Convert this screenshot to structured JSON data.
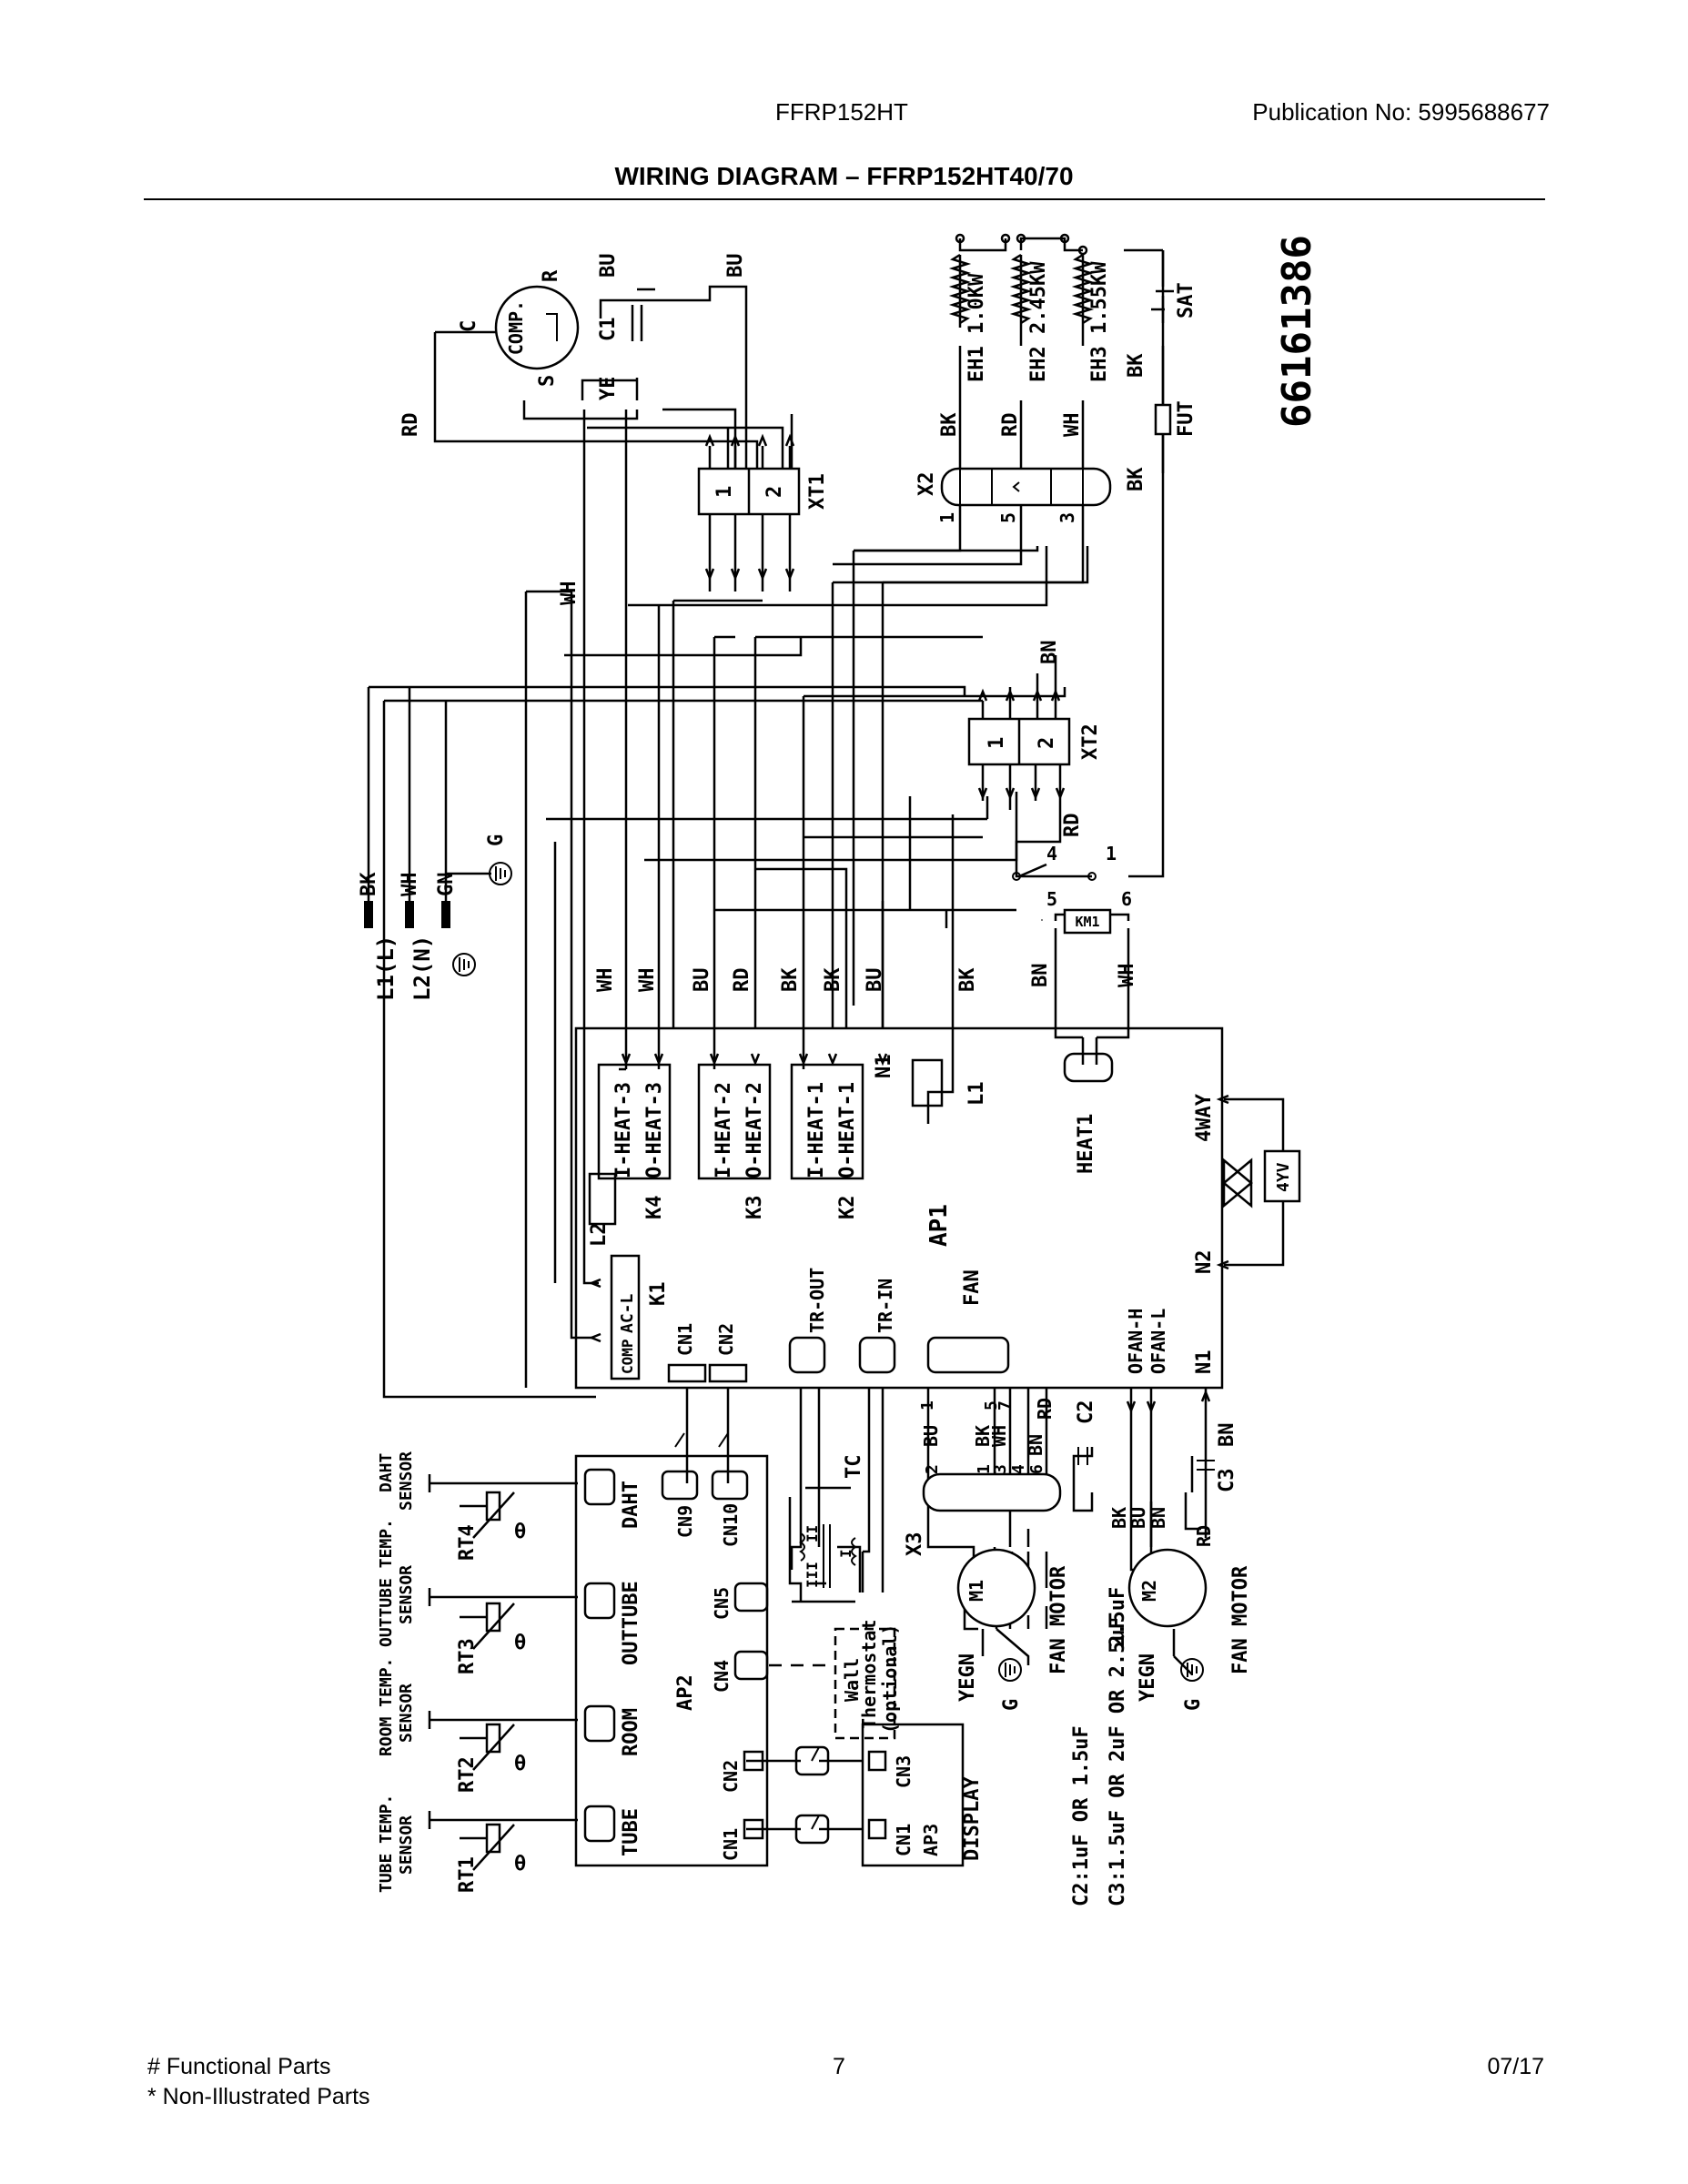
{
  "header": {
    "model": "FFRP152HT",
    "publication": "Publication No:  5995688677",
    "title": "WIRING DIAGRAM – FFRP152HT40/70"
  },
  "footer": {
    "note_functional": "# Functional Parts",
    "note_non_illustrated": "* Non-Illustrated Parts",
    "page_number": "7",
    "date": "07/17"
  },
  "diagram": {
    "part_number": "66161386",
    "power": {
      "l1": "L1(L)",
      "l2": "L2(N)",
      "bk": "BK",
      "wh": "WH",
      "gn": "GN",
      "g": "G"
    },
    "compressor": {
      "name": "COMP.",
      "c": "C",
      "r": "R",
      "s": "S",
      "cap": "C1",
      "bu": "BU",
      "ye": "YE",
      "rd": "RD",
      "bu2": "BU"
    },
    "heaters": {
      "eh1": "EH1 1.0KW",
      "eh2": "EH2 2.45KW",
      "eh3": "EH3 1.55KW",
      "sat": "SAT",
      "fut": "FUT",
      "bk1": "BK",
      "bk2": "BK",
      "bk3": "BK",
      "rd": "RD",
      "wh": "WH"
    },
    "x2": {
      "name": "X2",
      "p1": "1",
      "p5": "5",
      "p3": "3"
    },
    "xt1": {
      "name": "XT1",
      "p1": "1",
      "p2": "2",
      "wh": "WH"
    },
    "xt2": {
      "name": "XT2",
      "p1": "1",
      "p2": "2",
      "bn": "BN",
      "rd": "RD"
    },
    "km1": {
      "name": "KM1",
      "p4": "4",
      "p1": "1",
      "p5": "5",
      "p6": "6",
      "bn": "BN",
      "wh": "WH"
    },
    "ap1_wires": [
      "WH",
      "WH",
      "BU",
      "RD",
      "BK",
      "BK",
      "BU",
      "BK"
    ],
    "ap1": {
      "name": "AP1",
      "k4a": "I-HEAT-3",
      "k4b": "O-HEAT-3",
      "k4": "K4",
      "k3a": "I-HEAT-2",
      "k3b": "O-HEAT-2",
      "k3": "K3",
      "k2a": "I-HEAT-1",
      "k2b": "O-HEAT-1",
      "k2": "K2",
      "n1top": "N1",
      "l1": "L1",
      "heat1": "HEAT1",
      "way4": "4WAY",
      "yv": "4YV",
      "l2": "L2",
      "k1": "K1",
      "acl": "AC-L",
      "comp": "COMP",
      "cn1": "CN1",
      "cn2": "CN2",
      "trout": "TR-OUT",
      "trin": "TR-IN",
      "fan": "FAN",
      "ofanh": "OFAN-H",
      "ofanl": "OFAN-L",
      "n2": "N2",
      "n1": "N1"
    },
    "indoor_fan": {
      "x3": "X3",
      "m1": "M1",
      "label": "FAN MOTOR",
      "yegn": "YEGN",
      "g": "G",
      "c2": "C2",
      "p1": "1",
      "p5": "5",
      "p7": "7",
      "p2": "2",
      "p3": "3",
      "p4": "4",
      "p6": "6",
      "bu": "BU",
      "bk": "BK",
      "wh": "WH",
      "rd": "RD",
      "bn": "BN",
      "cap_note": "2.5uF"
    },
    "outdoor_fan": {
      "m2": "M2",
      "label": "FAN MOTOR",
      "c3": "C3",
      "yegn": "YEGN",
      "g": "G",
      "bk": "BK",
      "bu": "BU",
      "bn": "BN",
      "rd": "RD",
      "bn2": "BN"
    },
    "ap2": {
      "name": "AP2",
      "daht": "DAHT",
      "outtube": "OUTTUBE",
      "room": "ROOM",
      "tube": "TUBE",
      "cn9": "CN9",
      "cn10": "CN10",
      "cn5": "CN5",
      "cn4": "CN4",
      "cn2": "CN2",
      "cn1": "CN1",
      "tc": "TC",
      "t2": "II",
      "t1": "I",
      "t3": "III",
      "wall1": "Wall",
      "wall2": "Thermostat",
      "wall3": "(optional)"
    },
    "ap3": {
      "name": "AP3",
      "display": "DISPLAY",
      "cn3": "CN3",
      "cn1": "CN1"
    },
    "sensors": {
      "rt4": "RT4",
      "rt3": "RT3",
      "rt2": "RT2",
      "rt1": "RT1",
      "theta": "θ",
      "daht1": "DAHT",
      "daht2": "SENSOR",
      "out1": "OUTTUBE TEMP.",
      "out2": "SENSOR",
      "room1": "ROOM TEMP.",
      "room2": "SENSOR",
      "tube1": "TUBE TEMP.",
      "tube2": "SENSOR"
    },
    "caps_note": {
      "line1": "C2:1uF OR 1.5uF",
      "line2": "C3:1.5uF OR 2uF OR 2.5uF"
    }
  }
}
